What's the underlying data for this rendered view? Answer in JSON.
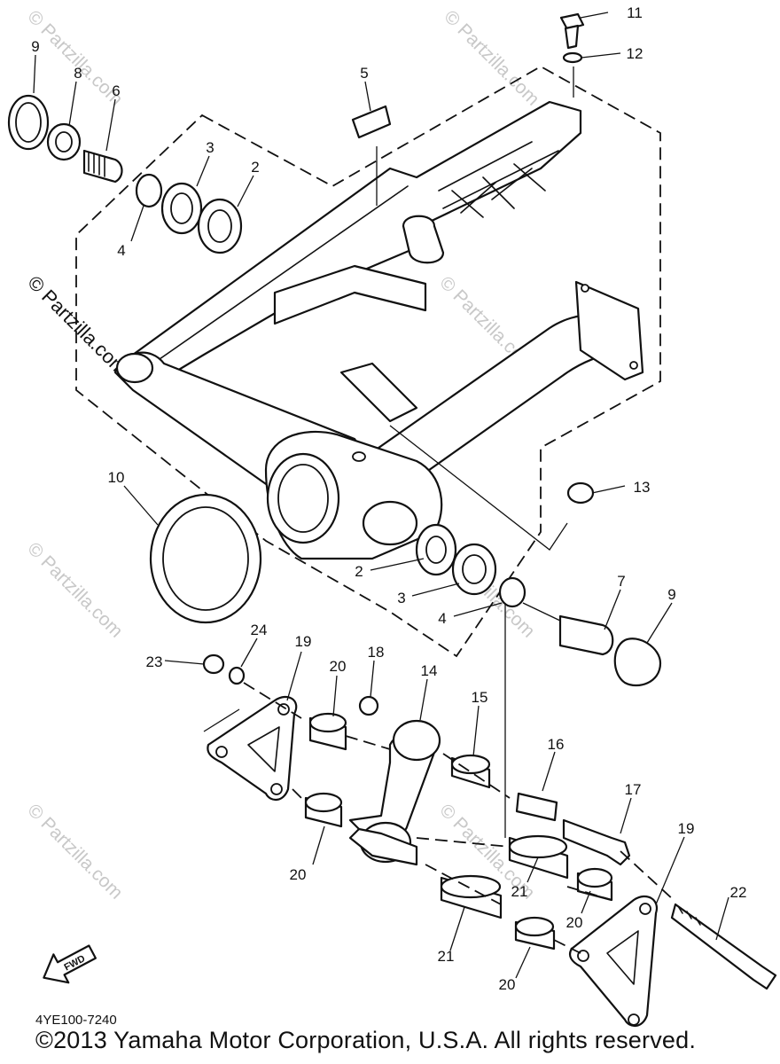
{
  "watermark": "© Partzilla.com",
  "callouts": {
    "n1": "11",
    "n2": "12",
    "n3": "5",
    "n4": "9",
    "n5": "8",
    "n6": "6",
    "n7": "3",
    "n8": "2",
    "n9": "4",
    "n10": "10",
    "n11": "13",
    "n12": "2",
    "n13": "3",
    "n14": "4",
    "n15": "7",
    "n16": "9",
    "n17": "23",
    "n18": "24",
    "n19": "19",
    "n20": "20",
    "n21": "18",
    "n22": "14",
    "n23": "15",
    "n24": "16",
    "n25": "17",
    "n26": "19",
    "n27": "20",
    "n28": "21",
    "n29": "20",
    "n30": "22",
    "n31": "21",
    "n32": "20"
  },
  "fwd_label": "FWD",
  "diagram_code": "4YE100-7240",
  "copyright": "©2013  Yamaha Motor Corporation, U.S.A. All rights reserved."
}
